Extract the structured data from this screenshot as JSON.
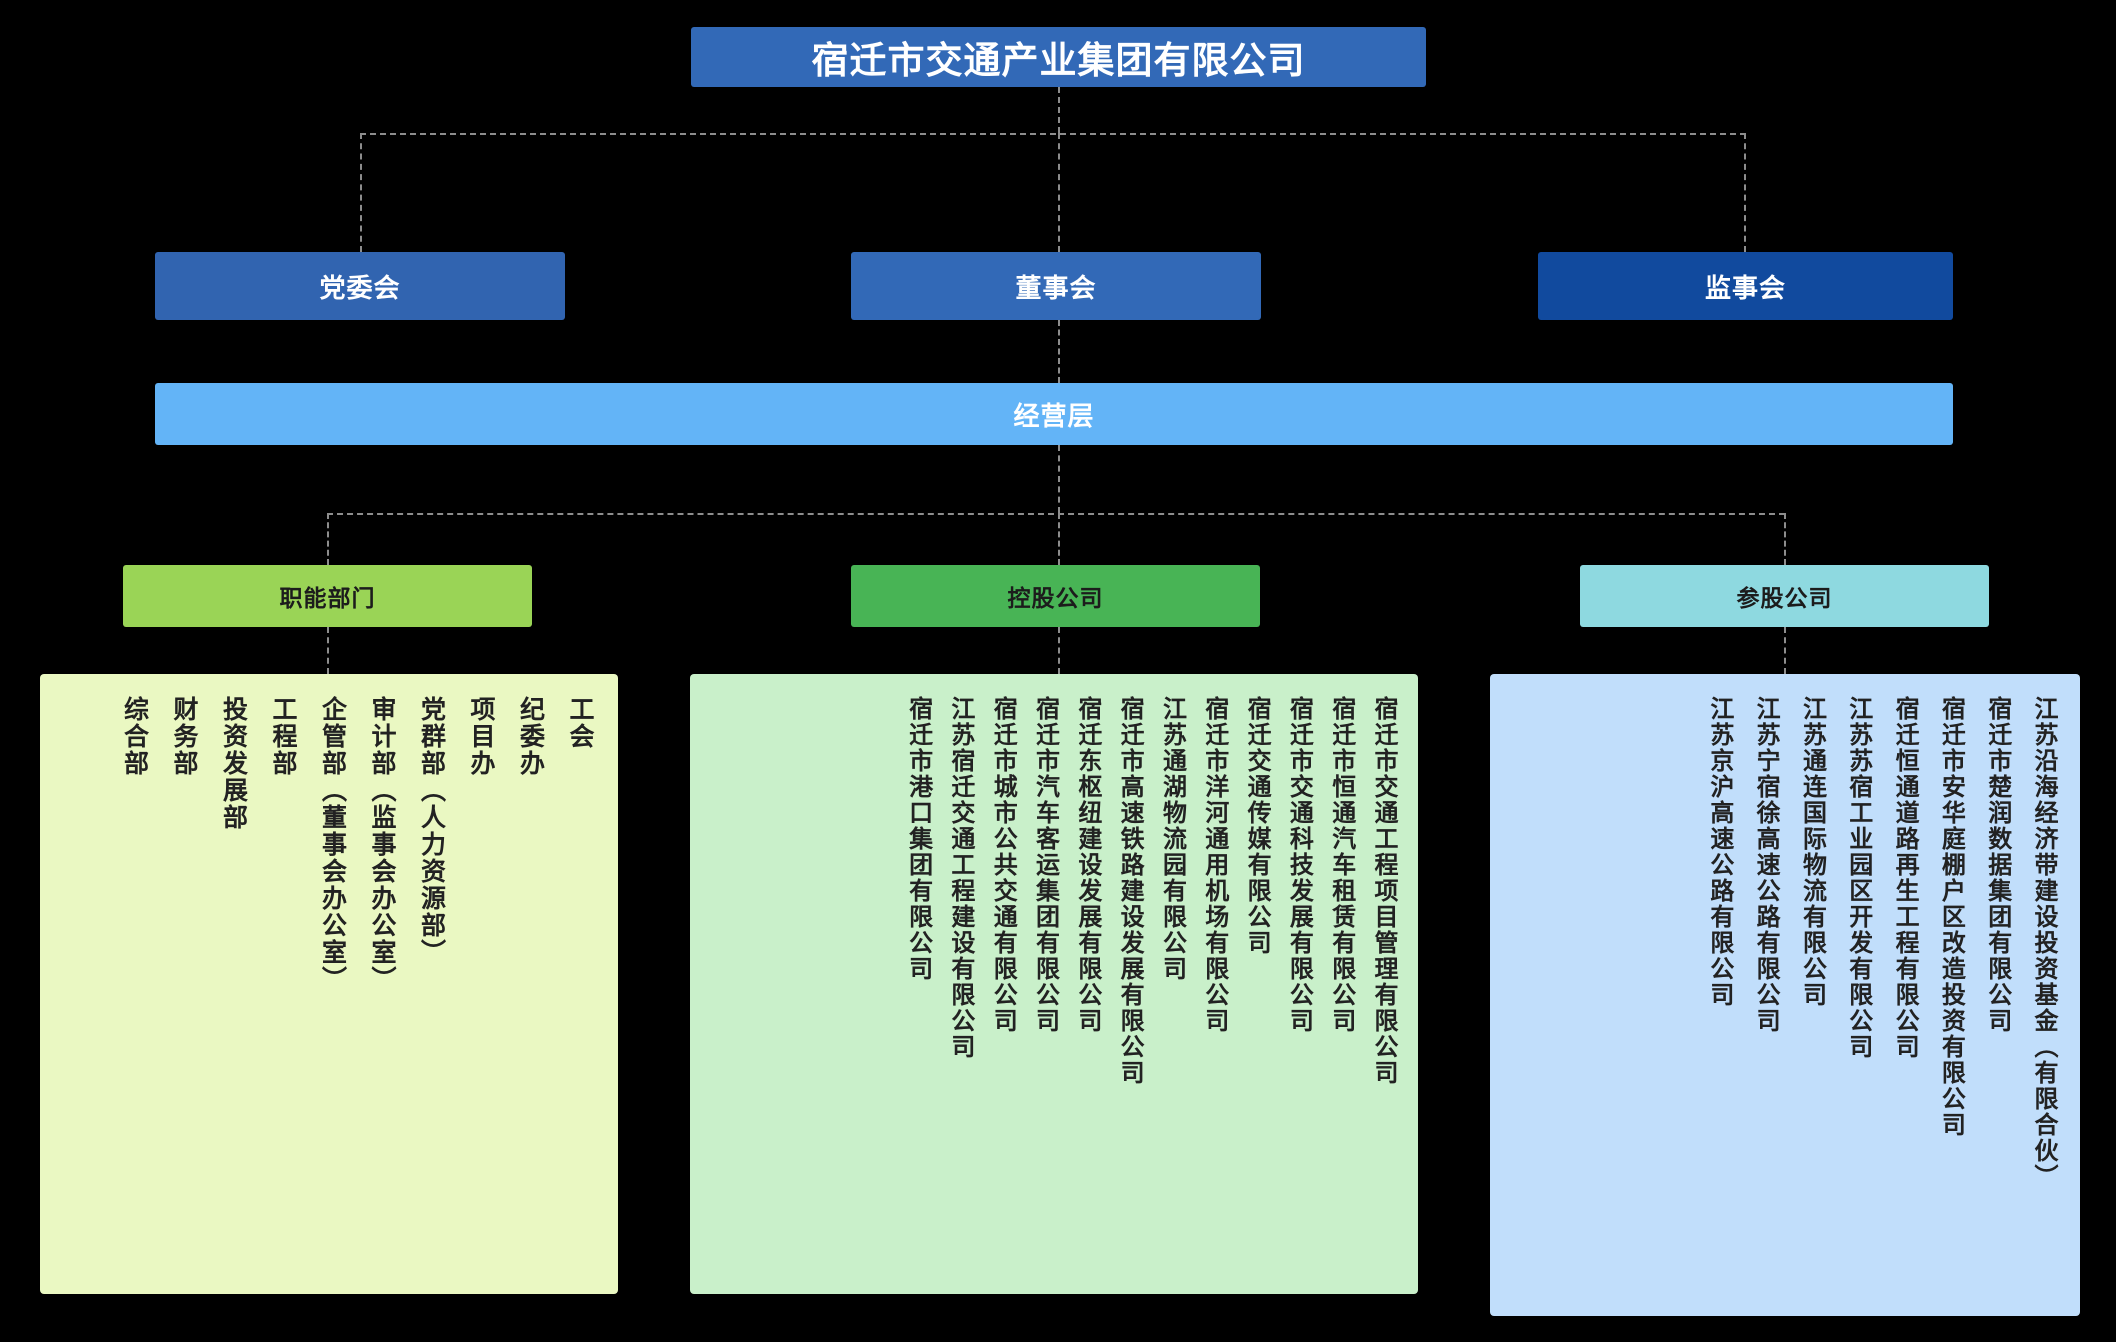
{
  "colors": {
    "background": "#000000",
    "root": "#3269b7",
    "party": "#3164b0",
    "board": "#3269b7",
    "supervisory": "#114a9e",
    "management": "#63b4f7",
    "functional_header": "#9ad456",
    "holding_header": "#48b455",
    "equity_header": "#8ed9e0",
    "functional_panel": "#eaf8c2",
    "holding_panel": "#c9f0ca",
    "equity_panel": "#c1defb",
    "connector": "#8d8d8d"
  },
  "root": {
    "label": "宿迁市交通产业集团有限公司"
  },
  "governance": {
    "party_committee": "党委会",
    "board_of_directors": "董事会",
    "board_of_supervisors": "监事会"
  },
  "management": {
    "label": "经营层"
  },
  "categories": {
    "functional": "职能部门",
    "holding": "控股公司",
    "equity": "参股公司"
  },
  "functional_departments": [
    "工会",
    "纪委办",
    "项目办",
    "党群部（人力资源部）",
    "审计部（监事会办公室）",
    "企管部（董事会办公室）",
    "工程部",
    "投资发展部",
    "财务部",
    "综合部"
  ],
  "holding_companies": [
    "宿迁市交通工程项目管理有限公司",
    "宿迁市恒通汽车租赁有限公司",
    "宿迁市交通科技发展有限公司",
    "宿迁交通传媒有限公司",
    "宿迁市洋河通用机场有限公司",
    "江苏通湖物流园有限公司",
    "宿迁市高速铁路建设发展有限公司",
    "宿迁东枢纽建设发展有限公司",
    "宿迁市汽车客运集团有限公司",
    "宿迁市城市公共交通有限公司",
    "江苏宿迁交通工程建设有限公司",
    "宿迁市港口集团有限公司"
  ],
  "equity_companies": [
    "江苏沿海经济带建设投资基金（有限合伙）",
    "宿迁市楚润数据集团有限公司",
    "宿迁市安华庭棚户区改造投资有限公司",
    "宿迁恒通道路再生工程有限公司",
    "江苏苏宿工业园区开发有限公司",
    "江苏通连国际物流有限公司",
    "江苏宁宿徐高速公路有限公司",
    "江苏京沪高速公路有限公司"
  ]
}
